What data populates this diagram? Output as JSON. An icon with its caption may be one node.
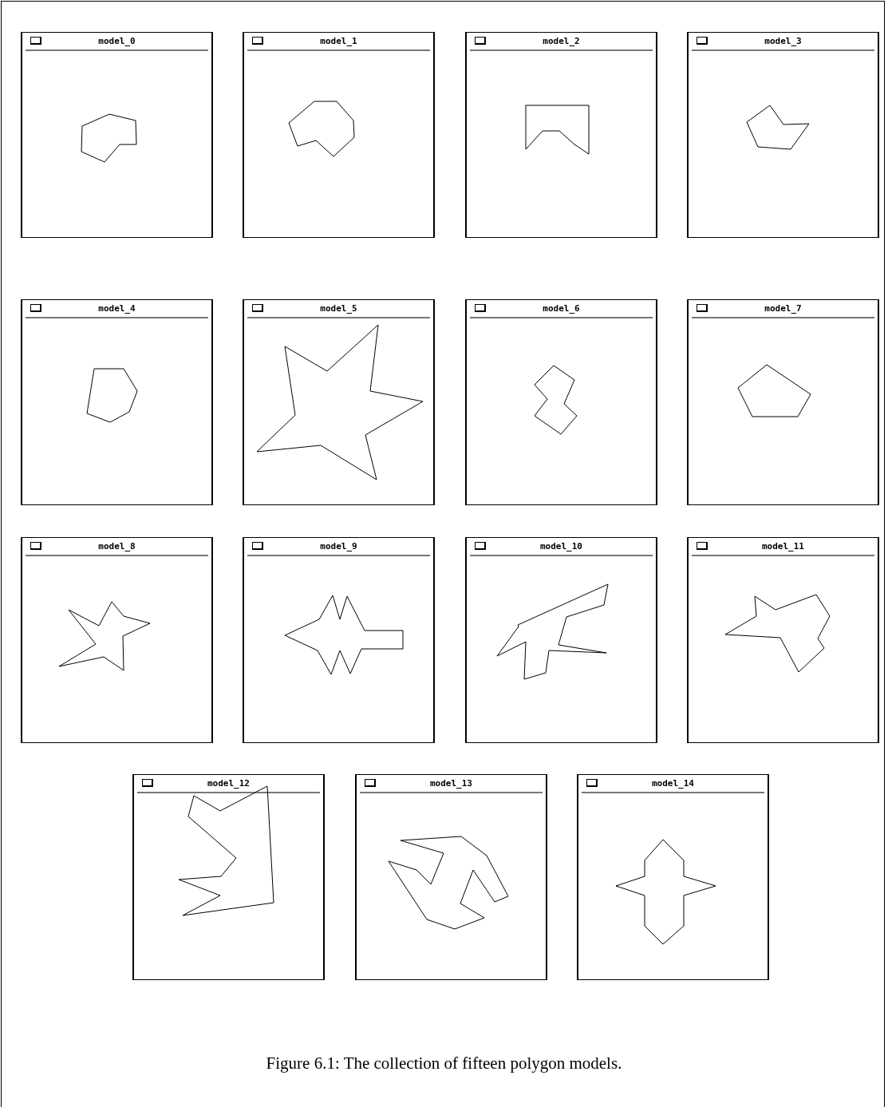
{
  "diagram": {
    "caption": "Figure 6.1: The collection of fifteen polygon models.",
    "nodes": [
      {
        "text": [
          "model_0"
        ]
      },
      {
        "text": [
          "model_1"
        ]
      },
      {
        "text": [
          "model_2"
        ]
      },
      {
        "text": [
          "model_3"
        ]
      },
      {
        "text": [
          "model_4"
        ]
      },
      {
        "text": [
          "model_5"
        ]
      },
      {
        "text": [
          "model_6"
        ]
      },
      {
        "text": [
          "model_7"
        ]
      },
      {
        "text": [
          "model_8"
        ]
      },
      {
        "text": [
          "model_9"
        ]
      },
      {
        "text": [
          "model_10"
        ]
      },
      {
        "text": [
          "model_11"
        ]
      },
      {
        "text": [
          "model_12"
        ]
      },
      {
        "text": [
          "model_13"
        ]
      },
      {
        "text": [
          "model_14"
        ]
      }
    ]
  }
}
